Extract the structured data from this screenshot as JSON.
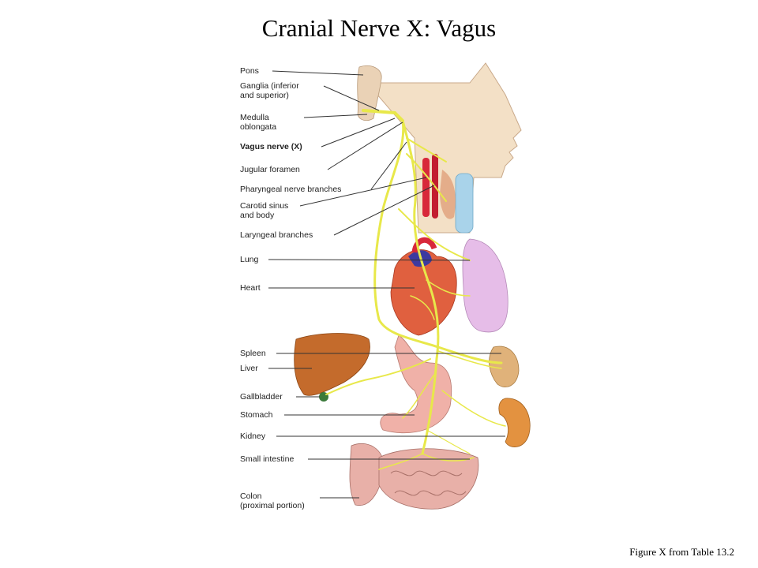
{
  "title": "Cranial Nerve X: Vagus",
  "caption": "Figure X from Table 13.2",
  "labels": {
    "pons": "Pons",
    "ganglia": "Ganglia (inferior\nand superior)",
    "medulla": "Medulla\noblongata",
    "vagus_nerve": "Vagus nerve (X)",
    "jugular_foramen": "Jugular foramen",
    "pharyngeal": "Pharyngeal nerve branches",
    "carotid": "Carotid sinus\nand body",
    "laryngeal": "Laryngeal branches",
    "lung": "Lung",
    "heart": "Heart",
    "spleen": "Spleen",
    "liver": "Liver",
    "gallbladder": "Gallbladder",
    "stomach": "Stomach",
    "kidney": "Kidney",
    "small_intestine": "Small intestine",
    "colon": "Colon\n(proximal portion)"
  },
  "colors": {
    "nerve": "#e8e84a",
    "skin": "#f3e0c6",
    "artery": "#d8283a",
    "heart": "#e0603f",
    "lung": "#e6bde8",
    "liver": "#c46b2c",
    "stomach": "#f0b1a8",
    "spleen": "#e0b27a",
    "kidney": "#e39240",
    "intestine": "#e8b0a8"
  }
}
